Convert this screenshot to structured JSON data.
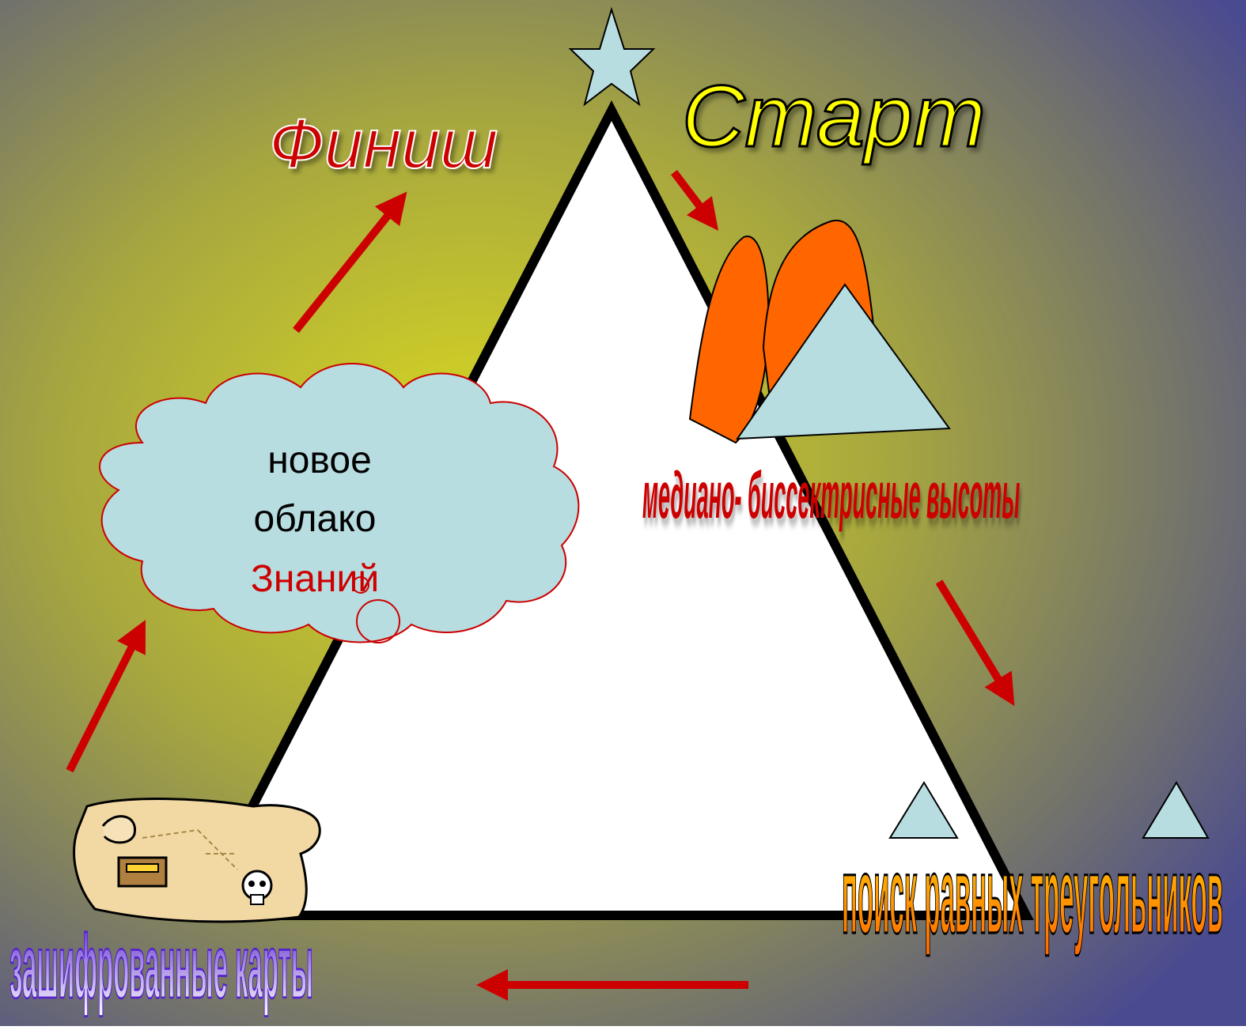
{
  "labels": {
    "start": "Старт",
    "finish": "Финиш",
    "cloud_line1": "новое",
    "cloud_line2": "облако",
    "cloud_line3": "Знаний",
    "median": "медиано- биссектрисные высоты",
    "search": "поиск равных  треугольников",
    "maps": "зашифрованные  карты"
  },
  "colors": {
    "background_center": "#d4d424",
    "background_edge": "#4a4a8a",
    "arrow": "#cc0000",
    "triangle_fill": "#ffffff",
    "triangle_stroke": "#000000",
    "shape_fill": "#b8dde1",
    "flame": "#ff6600",
    "start_text": "#ffff00",
    "finish_text": "#cc0000",
    "median_text": "#cc0000",
    "search_text": "#ff8800",
    "maps_text": "#8a4fd8",
    "cloud_known_text": "#cc0000"
  },
  "icons": [
    "star-icon",
    "treasure-map-icon",
    "flame-icon"
  ]
}
